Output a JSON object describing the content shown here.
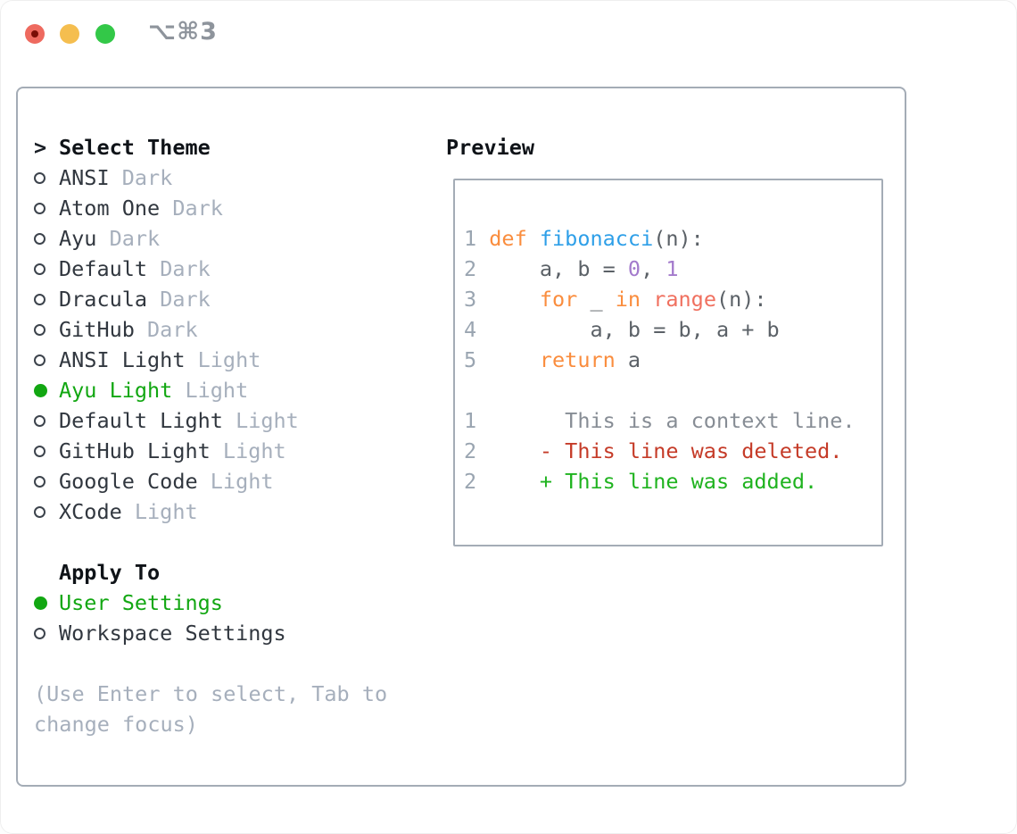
{
  "window": {
    "shortcut_label": "⌥⌘3"
  },
  "traffic_lights": {
    "close_color": "#EE6A5F",
    "close_dot_color": "#7A0E06",
    "minimize_color": "#F5BE4F",
    "zoom_color": "#33C848"
  },
  "theme_picker": {
    "prompt_icon": ">",
    "title": "Select Theme",
    "themes": [
      {
        "name": "ANSI",
        "variant": "Dark",
        "selected": false
      },
      {
        "name": "Atom One",
        "variant": "Dark",
        "selected": false
      },
      {
        "name": "Ayu",
        "variant": "Dark",
        "selected": false
      },
      {
        "name": "Default",
        "variant": "Dark",
        "selected": false
      },
      {
        "name": "Dracula",
        "variant": "Dark",
        "selected": false
      },
      {
        "name": "GitHub",
        "variant": "Dark",
        "selected": false
      },
      {
        "name": "ANSI Light",
        "variant": "Light",
        "selected": false
      },
      {
        "name": "Ayu Light",
        "variant": "Light",
        "selected": true
      },
      {
        "name": "Default Light",
        "variant": "Light",
        "selected": false
      },
      {
        "name": "GitHub Light",
        "variant": "Light",
        "selected": false
      },
      {
        "name": "Google Code",
        "variant": "Light",
        "selected": false
      },
      {
        "name": "XCode",
        "variant": "Light",
        "selected": false
      }
    ],
    "apply_heading": "Apply To",
    "apply_options": [
      {
        "label": "User Settings",
        "selected": true
      },
      {
        "label": "Workspace Settings",
        "selected": false
      }
    ],
    "hint_lines": [
      "(Use Enter to select, Tab to",
      "change focus)"
    ]
  },
  "preview": {
    "title": "Preview",
    "lines": [
      {
        "no": "1",
        "segs": [
          [
            "k",
            "def"
          ],
          [
            "fn",
            " fibonacci"
          ],
          [
            "p",
            "(n):"
          ]
        ]
      },
      {
        "no": "2",
        "segs": [
          [
            "p",
            "    a, b = "
          ],
          [
            "n",
            "0"
          ],
          [
            "p",
            ", "
          ],
          [
            "n",
            "1"
          ]
        ]
      },
      {
        "no": "3",
        "segs": [
          [
            "p",
            "    "
          ],
          [
            "k",
            "for"
          ],
          [
            "p",
            " _ "
          ],
          [
            "k",
            "in"
          ],
          [
            "p",
            " "
          ],
          [
            "r",
            "range"
          ],
          [
            "p",
            "(n):"
          ]
        ]
      },
      {
        "no": "4",
        "segs": [
          [
            "p",
            "        a, b = b, a + b"
          ]
        ]
      },
      {
        "no": "5",
        "segs": [
          [
            "p",
            "    "
          ],
          [
            "k",
            "return"
          ],
          [
            "p",
            " a"
          ]
        ]
      },
      {
        "no": "",
        "segs": []
      },
      {
        "no": "1",
        "segs": [
          [
            "ctx",
            "      This is a context line."
          ]
        ]
      },
      {
        "no": "2",
        "segs": [
          [
            "del",
            "    - This line was deleted."
          ]
        ]
      },
      {
        "no": "2",
        "segs": [
          [
            "add",
            "    + This line was added."
          ]
        ]
      }
    ]
  },
  "colors": {
    "accent_green": "#12A712",
    "keyword_orange": "#FA8D3E",
    "function_blue": "#2E9FE8",
    "number_purple": "#A37ACC",
    "call_coral": "#F0705F",
    "code_text": "#5B6167",
    "muted_gray": "#A6AFBC",
    "line_number_gray": "#9AA5B1",
    "context_gray": "#878D95",
    "deleted_red": "#C53B28",
    "added_green": "#1FB31F",
    "border_gray": "#A4ACB6",
    "dark_text": "#31373F"
  }
}
